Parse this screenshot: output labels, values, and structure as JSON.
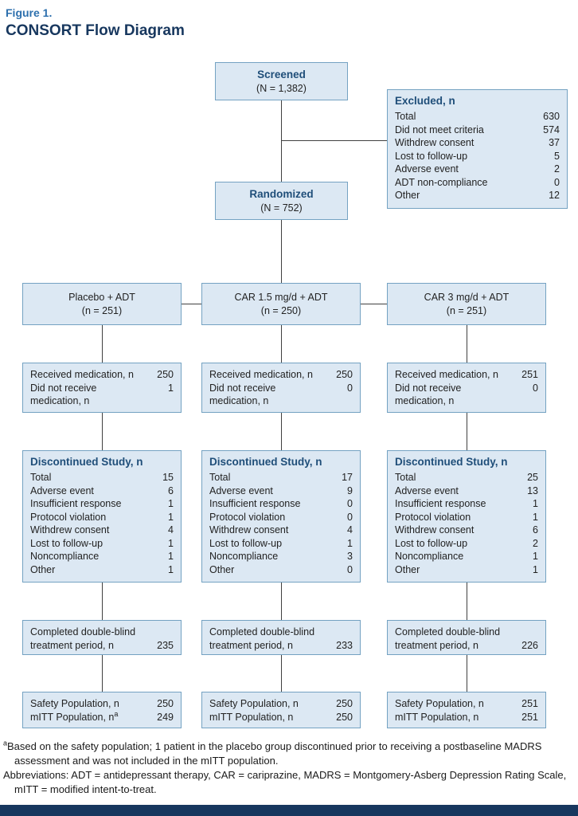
{
  "figure": {
    "label": "Figure 1.",
    "title": "CONSORT Flow Diagram"
  },
  "colors": {
    "box_fill": "#dce8f3",
    "box_border": "#74a2c2",
    "header_navy": "#1f4e79",
    "title_navy": "#17375e",
    "figure_label_blue": "#2c6fad",
    "bottom_bar_navy": "#17375e"
  },
  "screened": {
    "title": "Screened",
    "n": "(N = 1,382)"
  },
  "randomized": {
    "title": "Randomized",
    "n": "(N = 752)"
  },
  "excluded": {
    "title": "Excluded, n",
    "rows": [
      {
        "label": "Total",
        "value": "630"
      },
      {
        "label": "Did not meet criteria",
        "value": "574"
      },
      {
        "label": "Withdrew consent",
        "value": "37"
      },
      {
        "label": "Lost to follow-up",
        "value": "5"
      },
      {
        "label": "Adverse event",
        "value": "2"
      },
      {
        "label": "ADT non-compliance",
        "value": "0"
      },
      {
        "label": "Other",
        "value": "12"
      }
    ]
  },
  "arms": [
    {
      "title": "Placebo + ADT",
      "n": "(n = 251)",
      "medication": {
        "received_label": "Received medication, n",
        "received_value": "250",
        "not_received_line1": "Did not receive",
        "not_received_line2": "medication, n",
        "not_received_value": "1"
      },
      "discontinued": {
        "title": "Discontinued Study, n",
        "rows": [
          {
            "label": "Total",
            "value": "15"
          },
          {
            "label": "Adverse event",
            "value": "6"
          },
          {
            "label": "Insufficient response",
            "value": "1"
          },
          {
            "label": "Protocol violation",
            "value": "1"
          },
          {
            "label": "Withdrew consent",
            "value": "4"
          },
          {
            "label": "Lost to follow-up",
            "value": "1"
          },
          {
            "label": "Noncompliance",
            "value": "1"
          },
          {
            "label": "Other",
            "value": "1"
          }
        ]
      },
      "completed": {
        "line1": "Completed double-blind",
        "line2": "treatment period, n",
        "value": "235"
      },
      "populations": {
        "safety_label": "Safety Population, n",
        "safety_value": "250",
        "mitt_label": "mITT Population, n",
        "mitt_sup": "a",
        "mitt_value": "249"
      }
    },
    {
      "title": "CAR 1.5 mg/d + ADT",
      "n": "(n = 250)",
      "medication": {
        "received_label": "Received medication, n",
        "received_value": "250",
        "not_received_line1": "Did not receive",
        "not_received_line2": "medication, n",
        "not_received_value": "0"
      },
      "discontinued": {
        "title": "Discontinued Study, n",
        "rows": [
          {
            "label": "Total",
            "value": "17"
          },
          {
            "label": "Adverse event",
            "value": "9"
          },
          {
            "label": "Insufficient response",
            "value": "0"
          },
          {
            "label": "Protocol violation",
            "value": "0"
          },
          {
            "label": "Withdrew consent",
            "value": "4"
          },
          {
            "label": "Lost to follow-up",
            "value": "1"
          },
          {
            "label": "Noncompliance",
            "value": "3"
          },
          {
            "label": "Other",
            "value": "0"
          }
        ]
      },
      "completed": {
        "line1": "Completed double-blind",
        "line2": "treatment period, n",
        "value": "233"
      },
      "populations": {
        "safety_label": "Safety Population, n",
        "safety_value": "250",
        "mitt_label": "mITT Population, n",
        "mitt_sup": "",
        "mitt_value": "250"
      }
    },
    {
      "title": "CAR 3 mg/d + ADT",
      "n": "(n = 251)",
      "medication": {
        "received_label": "Received medication, n",
        "received_value": "251",
        "not_received_line1": "Did not receive",
        "not_received_line2": "medication, n",
        "not_received_value": "0"
      },
      "discontinued": {
        "title": "Discontinued Study, n",
        "rows": [
          {
            "label": "Total",
            "value": "25"
          },
          {
            "label": "Adverse event",
            "value": "13"
          },
          {
            "label": "Insufficient response",
            "value": "1"
          },
          {
            "label": "Protocol violation",
            "value": "1"
          },
          {
            "label": "Withdrew consent",
            "value": "6"
          },
          {
            "label": "Lost to follow-up",
            "value": "2"
          },
          {
            "label": "Noncompliance",
            "value": "1"
          },
          {
            "label": "Other",
            "value": "1"
          }
        ]
      },
      "completed": {
        "line1": "Completed double-blind",
        "line2": "treatment period, n",
        "value": "226"
      },
      "populations": {
        "safety_label": "Safety Population, n",
        "safety_value": "251",
        "mitt_label": "mITT Population, n",
        "mitt_sup": "",
        "mitt_value": "251"
      }
    }
  ],
  "footnotes": {
    "a_sup": "a",
    "a_text": "Based on the safety population; 1 patient in the placebo group discontinued prior to receiving a postbaseline MADRS assessment and was not included in the mITT population.",
    "abbreviations": "Abbreviations: ADT = antidepressant therapy, CAR = cariprazine, MADRS = Montgomery-Asberg Depression Rating Scale, mITT = modified intent-to-treat."
  }
}
